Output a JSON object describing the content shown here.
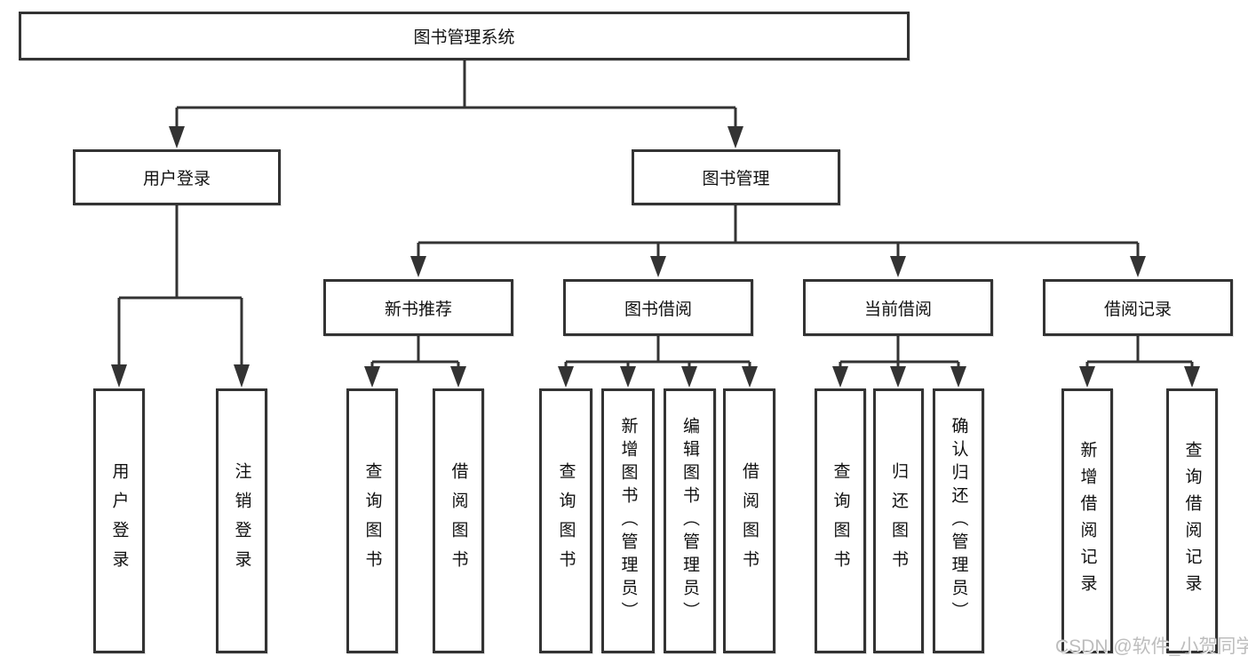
{
  "diagram_title": "图书管理系统",
  "tree": {
    "label": "图书管理系统",
    "children": [
      {
        "label": "用户登录",
        "children": [
          {
            "label": "用户登录"
          },
          {
            "label": "注销登录"
          }
        ]
      },
      {
        "label": "图书管理",
        "children": [
          {
            "label": "新书推荐",
            "children": [
              {
                "label": "查询图书"
              },
              {
                "label": "借阅图书"
              }
            ]
          },
          {
            "label": "图书借阅",
            "children": [
              {
                "label": "查询图书"
              },
              {
                "label": "新增图书（管理员）"
              },
              {
                "label": "编辑图书（管理员）"
              },
              {
                "label": "借阅图书"
              }
            ]
          },
          {
            "label": "当前借阅",
            "children": [
              {
                "label": "查询图书"
              },
              {
                "label": "归还图书"
              },
              {
                "label": "确认归还（管理员）"
              }
            ]
          },
          {
            "label": "借阅记录",
            "children": [
              {
                "label": "新增借阅记录"
              },
              {
                "label": "查询借阅记录"
              }
            ]
          }
        ]
      }
    ]
  },
  "watermark": "CSDN @软件_小贺同学",
  "colors": {
    "line": "#333333",
    "text": "#111111",
    "watermark": "#bdbdbd",
    "background": "#ffffff"
  }
}
